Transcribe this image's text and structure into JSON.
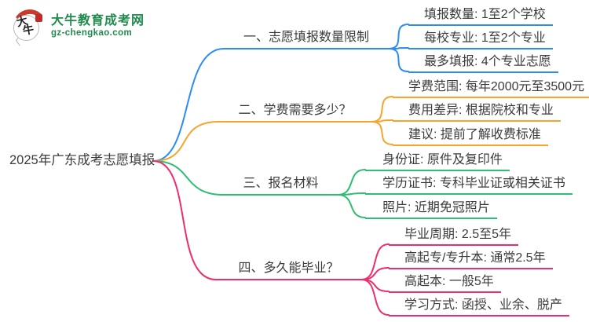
{
  "logo": {
    "title": "大牛教育成考网",
    "domain": "gz-chengkao.com",
    "icon": "ox-speech-bubble-logo",
    "icon_char_top": "大",
    "icon_char_bottom": "牛",
    "brand_green": "#1e8a4c",
    "seal_red": "#bf2b27"
  },
  "root": {
    "label": "2025年广东成考志愿填报"
  },
  "branches": [
    {
      "label": "一、志愿填报数量限制",
      "color": "#2d8cf0",
      "children": [
        "填报数量: 1至2个学校",
        "每校专业: 1至2个专业",
        "最多填报: 4个专业志愿"
      ]
    },
    {
      "label": "二、学费需要多少？",
      "color": "#f7a42c",
      "children": [
        "学费范围: 每年2000元至3500元",
        "费用差异: 根据院校和专业",
        "建议: 提前了解收费标准"
      ]
    },
    {
      "label": "三、报名材料",
      "color": "#2dbd73",
      "children": [
        "身份证: 原件及复印件",
        "学历证书: 专科毕业证或相关证书",
        "照片: 近期免冠照片"
      ]
    },
    {
      "label": "四、多久能毕业？",
      "color": "#ee2d6f",
      "children": [
        "毕业周期: 2.5至5年",
        "高起专/专升本: 通常2.5年",
        "高起本: 一般5年",
        "学习方式: 函授、业余、脱产"
      ]
    }
  ]
}
